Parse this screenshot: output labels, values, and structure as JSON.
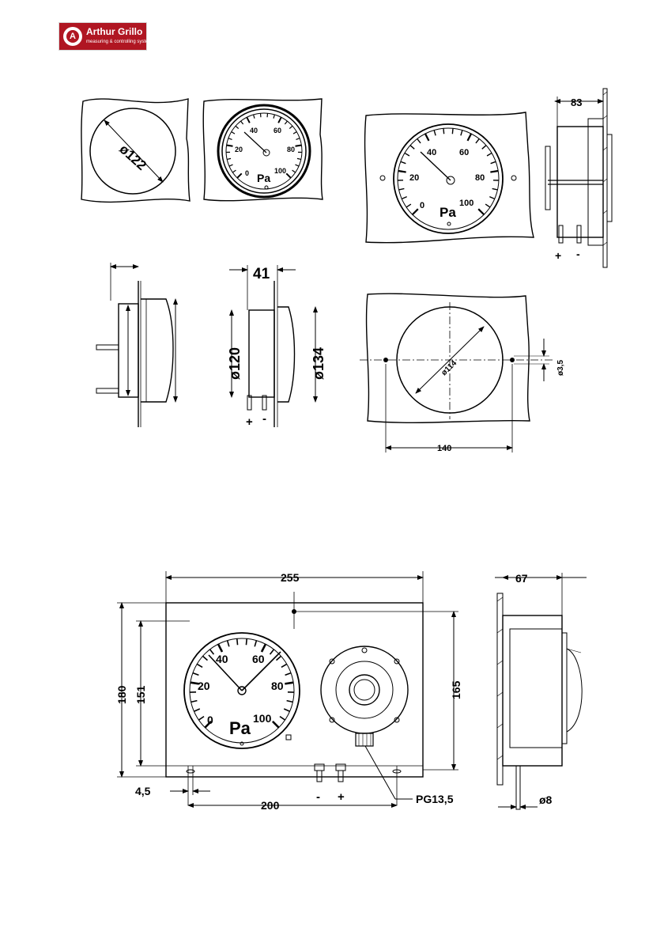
{
  "logo": {
    "mark": "A",
    "name": "Arthur Grillo",
    "tagline": "measuring & controlling systems"
  },
  "top_views": {
    "cutout": {
      "diameter": "ø122"
    },
    "small_gauge": {
      "scale": [
        "0",
        "20",
        "40",
        "60",
        "80",
        "100"
      ],
      "unit": "Pa"
    },
    "large_gauge": {
      "scale": [
        "0",
        "20",
        "40",
        "60",
        "80",
        "100"
      ],
      "unit": "Pa"
    },
    "side_view_large": {
      "depth": "83",
      "ports": [
        "+",
        "-"
      ]
    },
    "side_view_2": {
      "depth": "41",
      "body_dia": "ø120",
      "flange_dia": "ø134",
      "ports": [
        "+",
        "-"
      ]
    },
    "panel_cutout": {
      "hole": "ø114",
      "bolt": "ø3,5",
      "spacing": "140"
    }
  },
  "bottom_views": {
    "front": {
      "width": "255",
      "height_outer": "180",
      "height_inner": "151",
      "height_right": "165",
      "offset": "4,5",
      "spacing": "200",
      "gland": "PG13,5",
      "ports": [
        "-",
        "+"
      ],
      "scale": [
        "0",
        "20",
        "40",
        "60",
        "80",
        "100"
      ],
      "unit": "Pa"
    },
    "side": {
      "depth": "67",
      "port_dia": "ø8"
    }
  },
  "colors": {
    "line": "#000000",
    "brand": "#b01622"
  }
}
